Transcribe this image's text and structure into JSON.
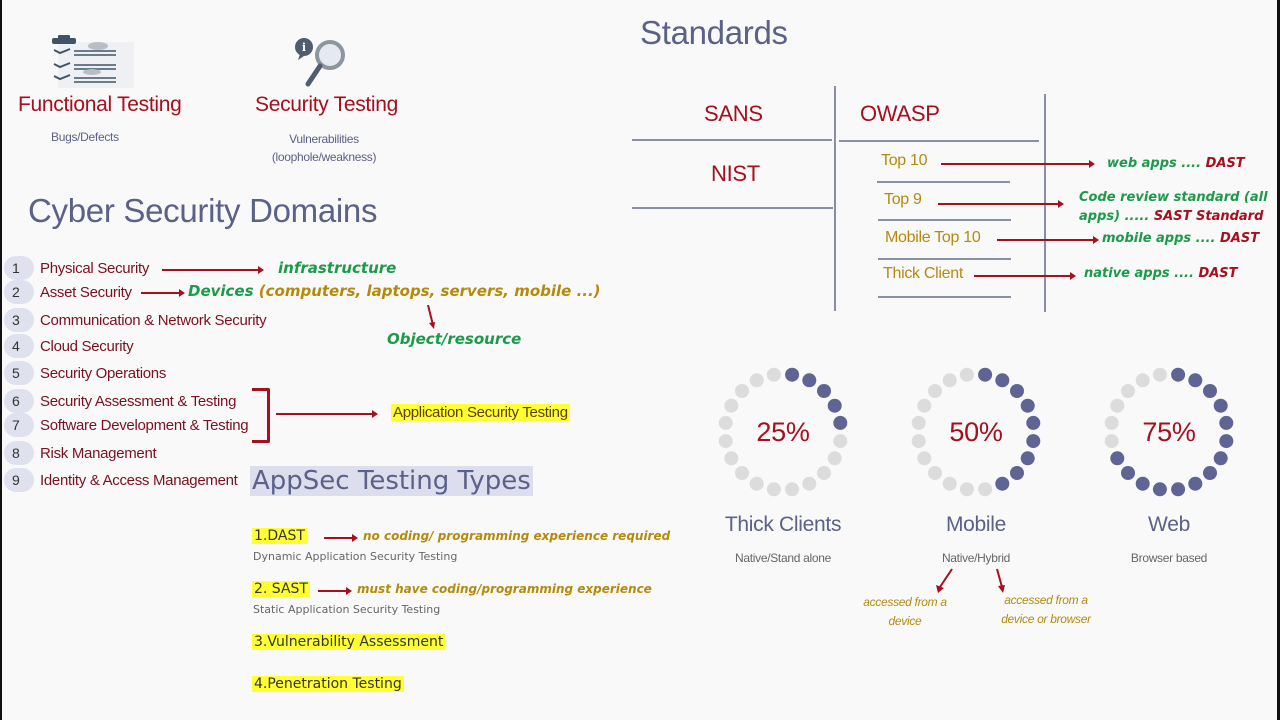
{
  "testing": {
    "functional": {
      "title": "Functional Testing",
      "subtitle": "Bugs/Defects",
      "icon": "checklist-clipboard-icon"
    },
    "security": {
      "title": "Security Testing",
      "subtitle_line1": "Vulnerabilities",
      "subtitle_line2": "(loophole/weakness)",
      "icon": "magnifier-info-icon"
    }
  },
  "domains": {
    "title": "Cyber Security Domains",
    "items": [
      {
        "num": "1",
        "label": "Physical Security"
      },
      {
        "num": "2",
        "label": "Asset Security"
      },
      {
        "num": "3",
        "label": "Communication & Network Security"
      },
      {
        "num": "4",
        "label": "Cloud Security"
      },
      {
        "num": "5",
        "label": "Security Operations"
      },
      {
        "num": "6",
        "label": "Security Assessment & Testing"
      },
      {
        "num": "7",
        "label": "Software Development & Testing"
      },
      {
        "num": "8",
        "label": "Risk Management"
      },
      {
        "num": "9",
        "label": "Identity & Access Management"
      }
    ],
    "annotations": {
      "physical": "infrastructure",
      "asset_devices": "Devices",
      "asset_examples": "(computers, laptops, servers, mobile ...)",
      "object": "Object/resource",
      "appsec": "Application Security Testing"
    }
  },
  "appsec": {
    "title": "AppSec Testing Types",
    "types": [
      {
        "label": "1.DAST",
        "sub": "Dynamic Application Security Testing",
        "note": "no coding/ programming experience required"
      },
      {
        "label": "2. SAST",
        "sub": "Static Application Security Testing",
        "note": "must have coding/programming experience"
      },
      {
        "label": "3.Vulnerability Assessment"
      },
      {
        "label": "4.Penetration Testing"
      }
    ]
  },
  "standards": {
    "title": "Standards",
    "left": [
      "SANS",
      "NIST"
    ],
    "owasp": {
      "name": "OWASP",
      "items": [
        {
          "label": "Top 10",
          "desc_green": "web apps ....",
          "desc_red": "DAST"
        },
        {
          "label": "Top 9",
          "desc_green_1": "Code review standard (all",
          "desc_green_2": "apps) .....",
          "desc_red": "SAST Standard"
        },
        {
          "label": "Mobile Top 10",
          "desc_green": "mobile apps ....",
          "desc_red": "DAST"
        },
        {
          "label": "Thick Client",
          "desc_green": "native apps ....",
          "desc_red": "DAST"
        }
      ]
    }
  },
  "clients": [
    {
      "percent": "25%",
      "filled": 5,
      "title": "Thick Clients",
      "subtitle": "Native/Stand alone"
    },
    {
      "percent": "50%",
      "filled": 9,
      "title": "Mobile",
      "subtitle": "Native/Hybrid",
      "notes": [
        "accessed from a device",
        "accessed from a device or browser"
      ]
    },
    {
      "percent": "75%",
      "filled": 14,
      "title": "Web",
      "subtitle": "Browser based"
    }
  ],
  "colors": {
    "accent_red": "#a50f1e",
    "slate": "#5b6187",
    "gold": "#b58a0c",
    "green": "#1c9a4a",
    "highlight": "#ffff33",
    "dot_filled": "#5e6594",
    "dot_empty": "#dcdcdc"
  }
}
